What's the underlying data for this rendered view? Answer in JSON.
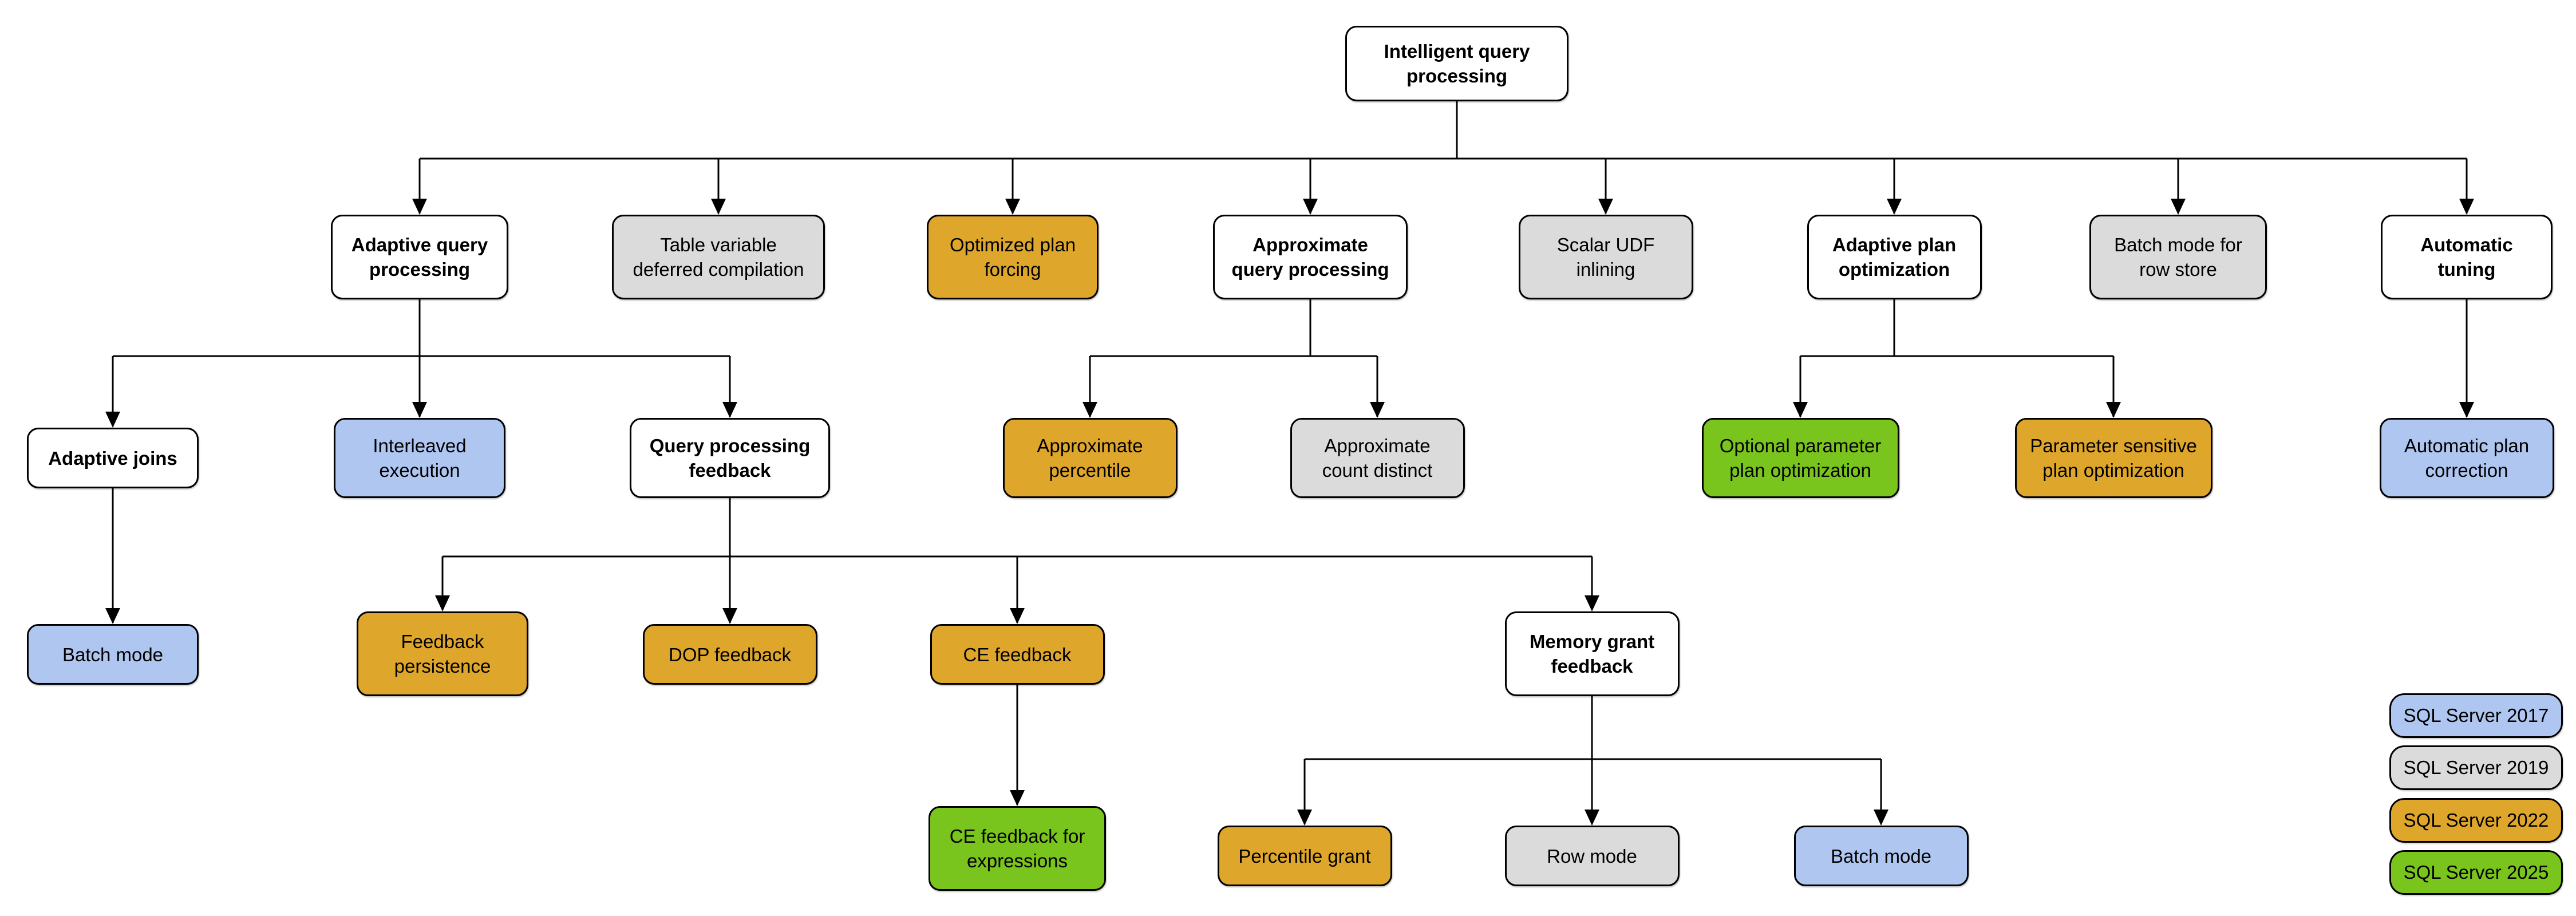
{
  "colors": {
    "white": "#ffffff",
    "gray": "#dbdbdb",
    "gold": "#dfa62c",
    "blue": "#afc6f0",
    "green": "#79c41d",
    "border": "#000000",
    "line": "#000000"
  },
  "nodes": [
    {
      "id": "root",
      "label": "Intelligent query\nprocessing",
      "color": "white"
    },
    {
      "id": "aqp",
      "label": "Adaptive query\nprocessing",
      "color": "white"
    },
    {
      "id": "tvdc",
      "label": "Table variable\ndeferred compilation",
      "color": "gray"
    },
    {
      "id": "opf",
      "label": "Optimized plan\nforcing",
      "color": "gold"
    },
    {
      "id": "apqp",
      "label": "Approximate\nquery processing",
      "color": "white"
    },
    {
      "id": "sudf",
      "label": "Scalar UDF\ninlining",
      "color": "gray"
    },
    {
      "id": "apo",
      "label": "Adaptive plan\noptimization",
      "color": "white"
    },
    {
      "id": "bmrs",
      "label": "Batch mode for\nrow store",
      "color": "gray"
    },
    {
      "id": "at",
      "label": "Automatic\ntuning",
      "color": "white"
    },
    {
      "id": "aj",
      "label": "Adaptive joins",
      "color": "white"
    },
    {
      "id": "ie",
      "label": "Interleaved\nexecution",
      "color": "blue"
    },
    {
      "id": "qpf",
      "label": "Query processing\nfeedback",
      "color": "white"
    },
    {
      "id": "ap",
      "label": "Approximate\npercentile",
      "color": "gold"
    },
    {
      "id": "acd",
      "label": "Approximate\ncount distinct",
      "color": "gray"
    },
    {
      "id": "oppo",
      "label": "Optional parameter\nplan optimization",
      "color": "green"
    },
    {
      "id": "pspo",
      "label": "Parameter sensitive\nplan optimization",
      "color": "gold"
    },
    {
      "id": "apc",
      "label": "Automatic plan\ncorrection",
      "color": "blue"
    },
    {
      "id": "bm1",
      "label": "Batch mode",
      "color": "blue"
    },
    {
      "id": "fp",
      "label": "Feedback\npersistence",
      "color": "gold"
    },
    {
      "id": "dop",
      "label": "DOP feedback",
      "color": "gold"
    },
    {
      "id": "cef",
      "label": "CE feedback",
      "color": "gold"
    },
    {
      "id": "mgf",
      "label": "Memory grant\nfeedback",
      "color": "white"
    },
    {
      "id": "cefe",
      "label": "CE feedback for\nexpressions",
      "color": "green"
    },
    {
      "id": "pg",
      "label": "Percentile grant",
      "color": "gold"
    },
    {
      "id": "rm",
      "label": "Row mode",
      "color": "gray"
    },
    {
      "id": "bm2",
      "label": "Batch mode",
      "color": "blue"
    }
  ],
  "edges": [
    {
      "from": "root",
      "to": "aqp"
    },
    {
      "from": "root",
      "to": "tvdc"
    },
    {
      "from": "root",
      "to": "opf"
    },
    {
      "from": "root",
      "to": "apqp"
    },
    {
      "from": "root",
      "to": "sudf"
    },
    {
      "from": "root",
      "to": "apo"
    },
    {
      "from": "root",
      "to": "bmrs"
    },
    {
      "from": "root",
      "to": "at"
    },
    {
      "from": "aqp",
      "to": "aj"
    },
    {
      "from": "aqp",
      "to": "ie"
    },
    {
      "from": "aqp",
      "to": "qpf"
    },
    {
      "from": "apqp",
      "to": "ap"
    },
    {
      "from": "apqp",
      "to": "acd"
    },
    {
      "from": "apo",
      "to": "oppo"
    },
    {
      "from": "apo",
      "to": "pspo"
    },
    {
      "from": "at",
      "to": "apc"
    },
    {
      "from": "aj",
      "to": "bm1"
    },
    {
      "from": "qpf",
      "to": "fp"
    },
    {
      "from": "qpf",
      "to": "dop"
    },
    {
      "from": "qpf",
      "to": "cef"
    },
    {
      "from": "qpf",
      "to": "mgf"
    },
    {
      "from": "cef",
      "to": "cefe"
    },
    {
      "from": "mgf",
      "to": "pg"
    },
    {
      "from": "mgf",
      "to": "rm"
    },
    {
      "from": "mgf",
      "to": "bm2"
    }
  ],
  "legend": {
    "items": [
      {
        "label": "SQL Server 2017",
        "color": "blue"
      },
      {
        "label": "SQL Server 2019",
        "color": "gray"
      },
      {
        "label": "SQL Server 2022",
        "color": "gold"
      },
      {
        "label": "SQL Server 2025",
        "color": "green"
      }
    ]
  }
}
